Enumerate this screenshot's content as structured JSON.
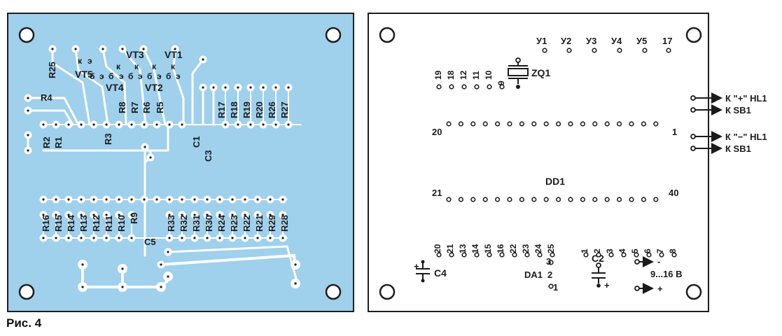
{
  "figure": {
    "caption": "Рис. 4"
  },
  "colors": {
    "board": "#9fd0ec",
    "copper": "#ffffff",
    "outline": "#1e1e1e"
  },
  "left_board": {
    "transistors": [
      "VT1",
      "VT2",
      "VT3",
      "VT4",
      "VT5"
    ],
    "pin_letters": [
      "к",
      "э",
      "б"
    ],
    "resistors_top": [
      "R25",
      "R4",
      "R2",
      "R1",
      "R3",
      "R8",
      "R7",
      "R6",
      "R5",
      "R17",
      "R18",
      "R19",
      "R20",
      "R26",
      "R27"
    ],
    "resistors_bottom": [
      "R16",
      "R15",
      "R14",
      "R13",
      "R12",
      "R11",
      "R10",
      "R9",
      "R33",
      "R32",
      "R31",
      "R30",
      "R24",
      "R23",
      "R22",
      "R21",
      "R29",
      "R28"
    ],
    "capacitors": [
      "C1",
      "C3",
      "C5"
    ]
  },
  "right_board": {
    "indicators": [
      "У1",
      "У2",
      "У3",
      "У4",
      "У5",
      "17"
    ],
    "crystal": "ZQ1",
    "crystal_pins": [
      "19",
      "18",
      "12",
      "11",
      "10",
      "9"
    ],
    "chip": "DD1",
    "chip_pins": {
      "tl": "20",
      "tr": "1",
      "bl": "21",
      "br": "40"
    },
    "bottom_pins": [
      "20",
      "21",
      "13",
      "14",
      "15",
      "16",
      "22",
      "23",
      "24",
      "25",
      "1",
      "2",
      "3",
      "4",
      "5",
      "6",
      "7",
      "8"
    ],
    "regulator": {
      "name": "DA1",
      "pins": [
        "3",
        "2",
        "1"
      ]
    },
    "capacitors": [
      "C4",
      "C2"
    ],
    "power": {
      "minus": "-",
      "voltage": "9...16 В",
      "plus": "+"
    },
    "connections": [
      "К \"+\" HL1",
      "К SB1",
      "К \"−\" HL1",
      "К SB1"
    ]
  }
}
